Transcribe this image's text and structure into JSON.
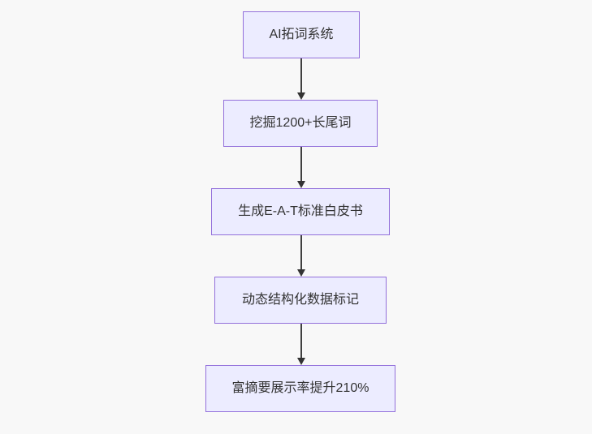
{
  "diagram": {
    "kind": "flowchart",
    "direction": "top-down",
    "nodes": [
      {
        "label": "AI拓词系统"
      },
      {
        "label": "挖掘1200+长尾词"
      },
      {
        "label": "生成E-A-T标准白皮书"
      },
      {
        "label": "动态结构化数据标记"
      },
      {
        "label": "富摘要展示率提升210%"
      }
    ],
    "edges": [
      {
        "from": "AI拓词系统",
        "to": "挖掘1200+长尾词"
      },
      {
        "from": "挖掘1200+长尾词",
        "to": "生成E-A-T标准白皮书"
      },
      {
        "from": "生成E-A-T标准白皮书",
        "to": "动态结构化数据标记"
      },
      {
        "from": "动态结构化数据标记",
        "to": "富摘要展示率提升210%"
      }
    ],
    "colors": {
      "node_fill": "#ECECFF",
      "node_border": "#9370DB",
      "node_text": "#333333",
      "arrow": "#333333",
      "background": "#F8F8F8"
    }
  }
}
